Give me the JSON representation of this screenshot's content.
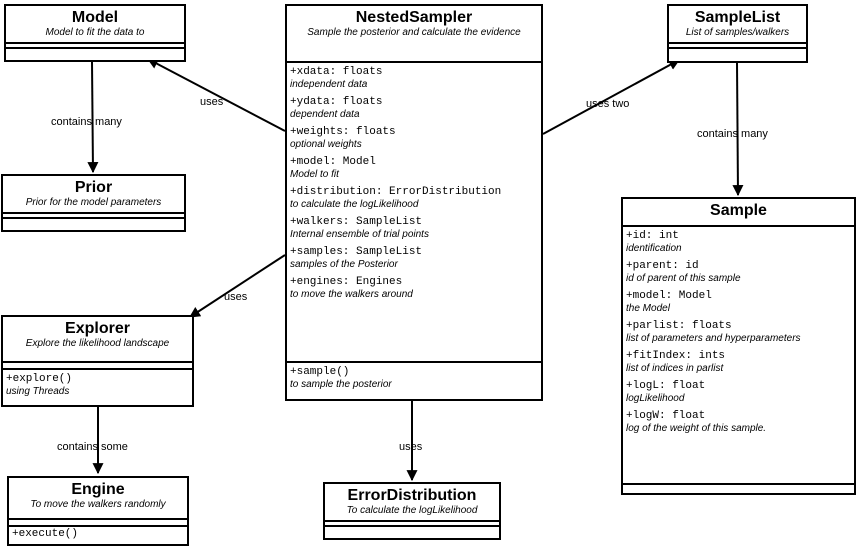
{
  "classes": {
    "model": {
      "name": "Model",
      "desc": "Model to fit the data to"
    },
    "prior": {
      "name": "Prior",
      "desc": "Prior for the model parameters"
    },
    "nested": {
      "name": "NestedSampler",
      "desc": "Sample the posterior and calculate the evidence",
      "attrs": [
        {
          "sig": "+xdata: floats",
          "note": "independent data"
        },
        {
          "sig": "+ydata: floats",
          "note": "dependent data"
        },
        {
          "sig": "+weights: floats",
          "note": "optional weights"
        },
        {
          "sig": "+model: Model",
          "note": "Model to fit"
        },
        {
          "sig": "+distribution: ErrorDistribution",
          "note": "to calculate the logLikelihood"
        },
        {
          "sig": "+walkers: SampleList",
          "note": "Internal ensemble of trial points"
        },
        {
          "sig": "+samples: SampleList",
          "note": "samples of the Posterior"
        },
        {
          "sig": "+engines: Engines",
          "note": "to move the walkers around"
        }
      ],
      "ops": [
        {
          "sig": "+sample()",
          "note": "to sample the posterior"
        }
      ]
    },
    "samplelist": {
      "name": "SampleList",
      "desc": "List of samples/walkers"
    },
    "sample": {
      "name": "Sample",
      "attrs": [
        {
          "sig": "+id: int",
          "note": "identification"
        },
        {
          "sig": "+parent: id",
          "note": "id of parent of this sample"
        },
        {
          "sig": "+model: Model",
          "note": "the Model"
        },
        {
          "sig": "+parlist: floats",
          "note": "list of parameters and hyperparameters"
        },
        {
          "sig": "+fitIndex: ints",
          "note": "list of indices in parlist"
        },
        {
          "sig": "+logL: float",
          "note": "logLikelihood"
        },
        {
          "sig": "+logW: float",
          "note": "log of the weight of this sample."
        }
      ]
    },
    "explorer": {
      "name": "Explorer",
      "desc": "Explore the likelihood landscape",
      "ops": [
        {
          "sig": "+explore()",
          "note": "using Threads"
        }
      ]
    },
    "engine": {
      "name": "Engine",
      "desc": "To move the walkers randomly",
      "ops": [
        {
          "sig": "+execute()"
        }
      ]
    },
    "errordist": {
      "name": "ErrorDistribution",
      "desc": "To calculate the logLikelihood"
    }
  },
  "relations": {
    "uses_model": "uses",
    "contains_prior": "contains many",
    "uses_samplelist": "uses two",
    "contains_sample": "contains many",
    "uses_explorer": "uses",
    "contains_engine": "contains some",
    "uses_errordist": "uses"
  }
}
